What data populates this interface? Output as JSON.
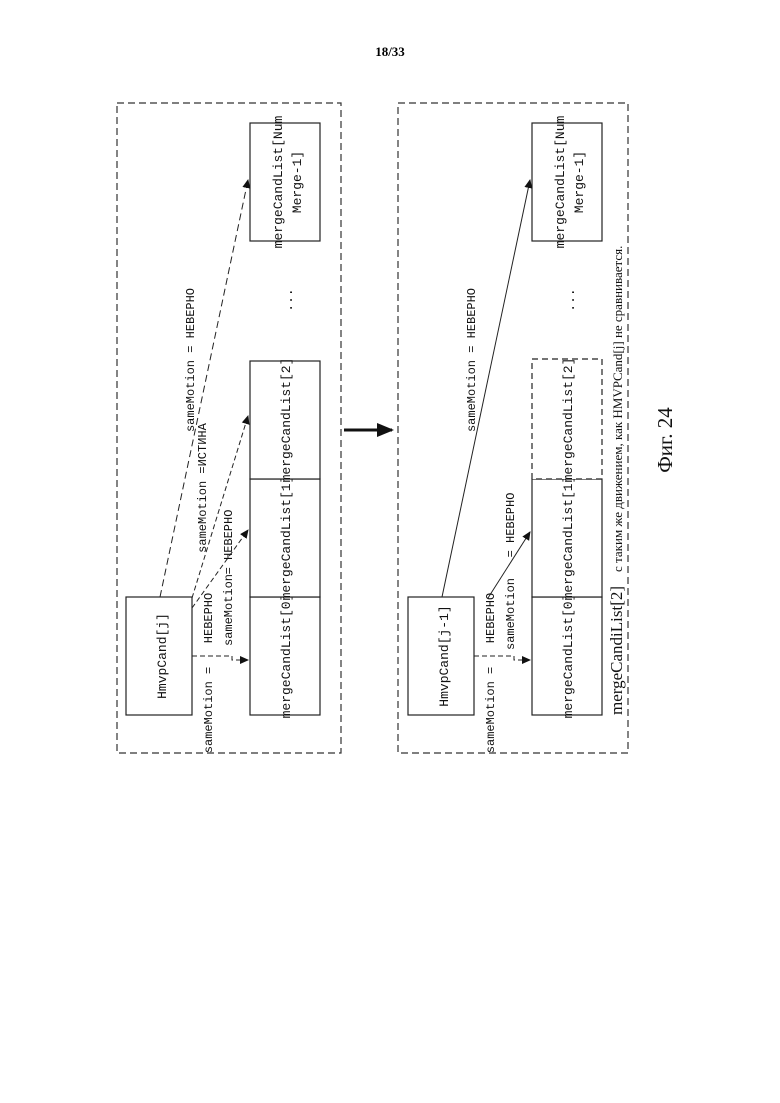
{
  "page_number": "18/33",
  "figure_caption": "Фиг. 24",
  "panel_left": {
    "hmvp_label": "HmvpCand[j]",
    "merge_lists": [
      "mergeCandList[0]",
      "mergeCandList[1]",
      "mergeCandList[2]"
    ],
    "ellipsis": "...",
    "last_list_line1": "mergeCandList[Num",
    "last_list_line2": "Merge-1]",
    "label_false_0a": "sameMotion =",
    "label_false_0b": "НЕВЕРНО",
    "label_false_1a": "sameMotion",
    "label_false_1b": "= НЕВЕРНО",
    "label_true_2": "sameMotion =ИСТИНА",
    "label_false_last": "sameMotion = НЕВЕРНО"
  },
  "transition_arrow": "→",
  "panel_right": {
    "hmvp_label": "HmvpCand[j-1]",
    "merge_lists": [
      "mergeCandList[0]",
      "mergeCandList[1]",
      "mergeCandList[2]"
    ],
    "ellipsis": "...",
    "last_list_line1": "mergeCandList[Num",
    "last_list_line2": "Merge-1]",
    "label_false_0a": "sameMotion =",
    "label_false_0b": "НЕВЕРНО",
    "label_false_1a": "sameMotion",
    "label_false_1b": "= НЕВЕРНО",
    "label_false_last": "sameMotion = НЕВЕРНО",
    "note_main": "mergeCandiList[2]",
    "note_rest": "с таким же движением, как HMVPCand[j] не сравнивается."
  }
}
